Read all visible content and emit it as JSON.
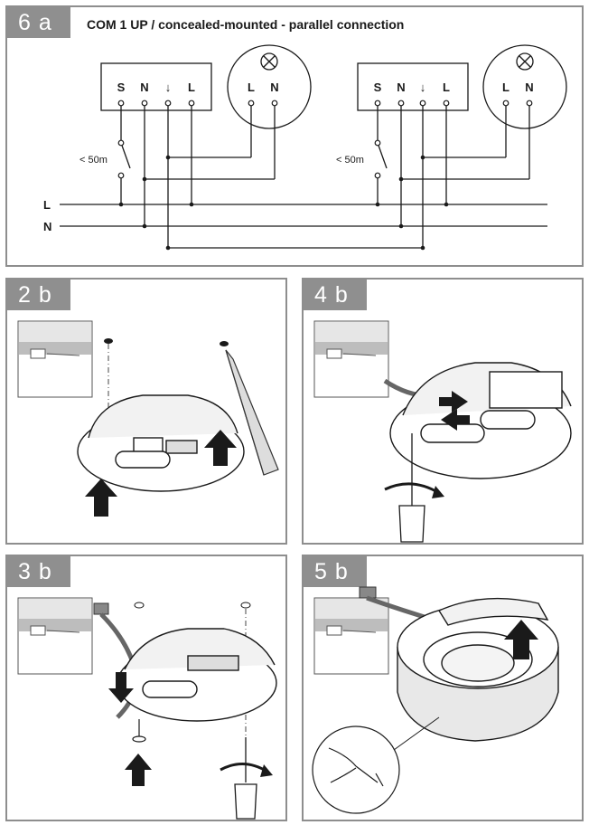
{
  "panel_6a": {
    "label": "6 a",
    "title": "COM 1 UP / concealed-mounted - parallel connection",
    "device_terminals": [
      "S",
      "N",
      "↓",
      "L"
    ],
    "lamp_terminals": [
      "L",
      "N"
    ],
    "distance_label": "< 50m",
    "bus_lines": [
      "L",
      "N"
    ]
  },
  "panel_2b": {
    "label": "2 b"
  },
  "panel_4b": {
    "label": "4 b"
  },
  "panel_3b": {
    "label": "3 b"
  },
  "panel_5b": {
    "label": "5 b"
  },
  "colors": {
    "tag_bg": "#8f8f8f",
    "frame": "#8e8e8e",
    "arrow_fill": "#1a1a1a"
  }
}
